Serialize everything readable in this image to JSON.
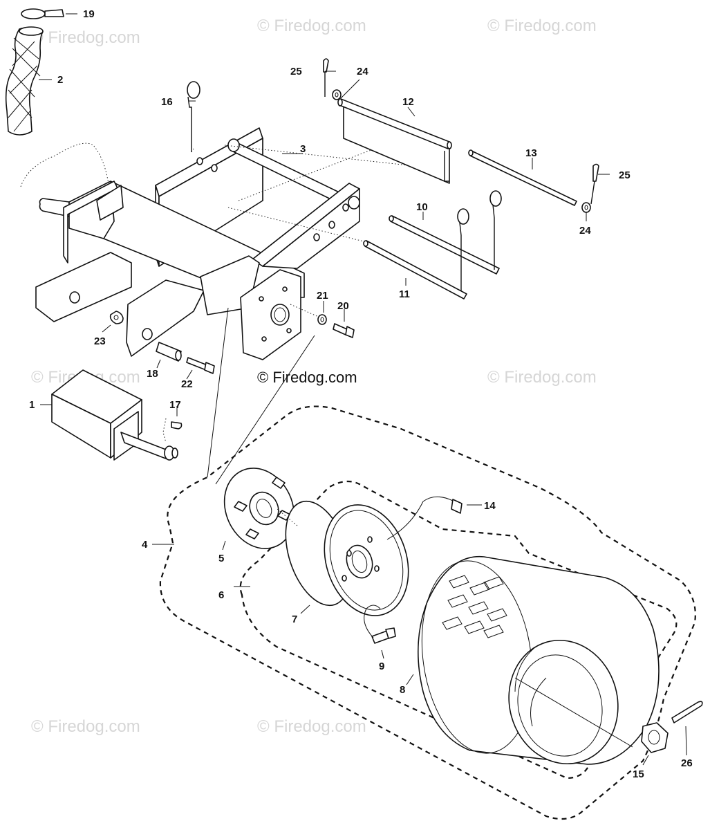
{
  "watermark": "© Firedog.com",
  "callouts": {
    "p1": "1",
    "p2": "2",
    "p3": "3",
    "p4": "4",
    "p5": "5",
    "p6": "6",
    "p7": "7",
    "p8": "8",
    "p9": "9",
    "p10": "10",
    "p11": "11",
    "p12": "12",
    "p13": "13",
    "p14": "14",
    "p15": "15",
    "p16": "16",
    "p17": "17",
    "p18": "18",
    "p19": "19",
    "p20": "20",
    "p21": "21",
    "p22": "22",
    "p23": "23",
    "p24a": "24",
    "p24b": "24",
    "p25a": "25",
    "p25b": "25",
    "p26": "26"
  }
}
